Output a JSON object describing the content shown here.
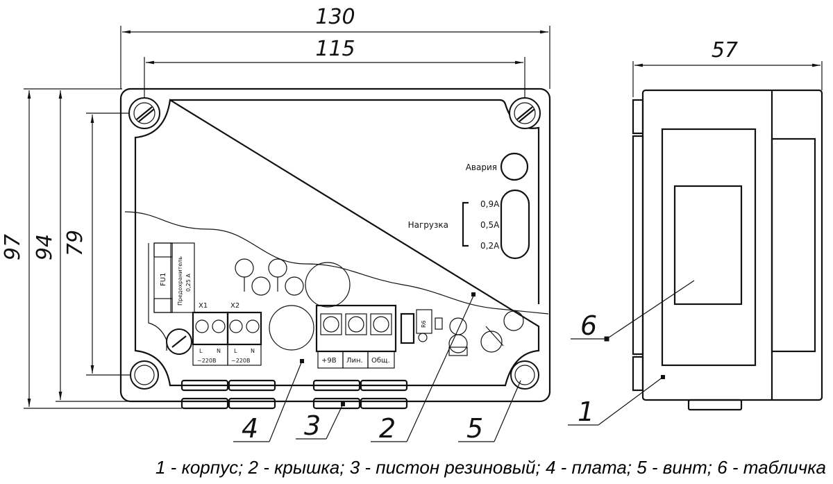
{
  "dimensions": {
    "overall_width": "130",
    "hole_spacing_width": "115",
    "side_width": "57",
    "overall_height": "97",
    "body_height": "94",
    "hole_spacing_height": "79"
  },
  "panel": {
    "alarm_label": "Авария",
    "load_label": "Нагрузка",
    "load_options": [
      "0,9А",
      "0,5А",
      "0,2А"
    ]
  },
  "board": {
    "fuse_id": "FU1",
    "fuse_text": "Предохранитель",
    "fuse_rating": "0,25 А",
    "terminal_x1": "X1",
    "terminal_x2": "X2",
    "x1_pins": [
      "L",
      "N"
    ],
    "x2_pins": [
      "L",
      "N"
    ],
    "x1_voltage": "~220В",
    "x2_voltage": "~220В",
    "terminals_right": [
      "+9В",
      "Лин.",
      "Общ."
    ],
    "resistor": "R6"
  },
  "callouts": [
    "1",
    "2",
    "3",
    "4",
    "5",
    "6"
  ],
  "caption": "1 - корпус; 2 - крышка; 3 - пистон резиновый; 4 - плата; 5 - винт; 6 - табличка"
}
